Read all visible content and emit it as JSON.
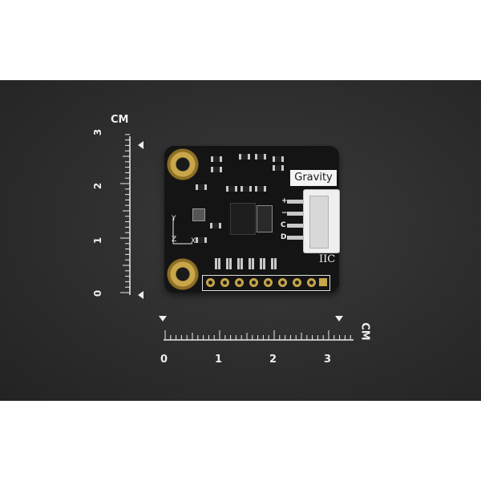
{
  "photo": {
    "background_color": "#2e2e2e",
    "board_color": "#141414",
    "pad_color": "#c9a64a"
  },
  "ruler_vertical": {
    "unit": "CM",
    "ticks": [
      "3",
      "2",
      "1",
      "0"
    ]
  },
  "ruler_horizontal": {
    "unit": "CM",
    "ticks": [
      "0",
      "1",
      "2",
      "3"
    ]
  },
  "board": {
    "brand_label": "Gravity",
    "interface_label": "IIC",
    "pin_labels": [
      "+",
      "−",
      "C",
      "D"
    ],
    "axis_labels": [
      "Y",
      "Z",
      "X"
    ]
  }
}
